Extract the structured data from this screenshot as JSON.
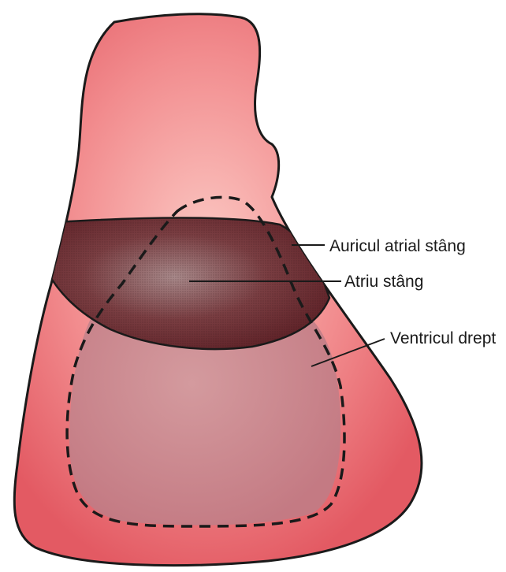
{
  "labels": {
    "left_atrial_appendage": "Auricul atrial stâng",
    "left_atrium": "Atriu stâng",
    "right_ventricle": "Ventricul drept"
  },
  "colors": {
    "heart_fill_outer": "#e35a63",
    "heart_fill_inner": "#f7b2b0",
    "atrium_band": "#6e2a2d",
    "ventricle_fill": "#c9868d",
    "outline": "#1a1a1a"
  }
}
